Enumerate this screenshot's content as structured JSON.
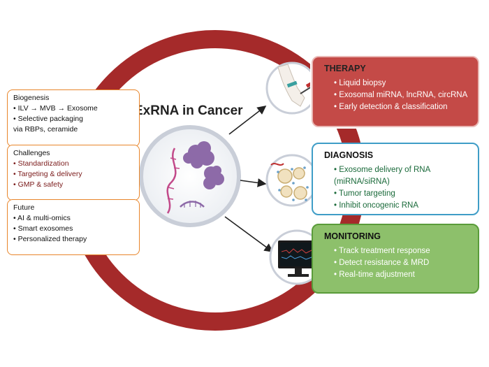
{
  "title": "ExRNA in Cancer",
  "colors": {
    "ring": "#a52a2a",
    "orange_border": "#e8852a",
    "therapy_fill": "#c44a47",
    "diagnosis_border": "#3f9dc7",
    "monitoring_fill": "#8dc06b",
    "protein": "#8d6aa8"
  },
  "left_boxes": {
    "biogenesis": {
      "title": "Biogenesis",
      "items": [
        "• ILV → MVB → Exosome",
        "• Selective packaging",
        "via RBPs, ceramide"
      ]
    },
    "challenges": {
      "title": "Challenges",
      "items": [
        "• Standardization",
        "• Targeting & delivery",
        "• GMP & safety"
      ]
    },
    "future": {
      "title": "Future",
      "items": [
        "• AI & multi-omics",
        "• Smart exosomes",
        "• Personalized therapy"
      ]
    }
  },
  "panels": {
    "therapy": {
      "title": "THERAPY",
      "icon": "syringe-arm-icon",
      "items": [
        "• Liquid biopsy",
        "• Exosomal miRNA, lncRNA, circRNA",
        "• Early detection & classification"
      ]
    },
    "diagnosis": {
      "title": "DIAGNOSIS",
      "icon": "exosome-icon",
      "items": [
        "• Exosome delivery of RNA",
        "(miRNA/siRNA)",
        "• Tumor targeting",
        "• Inhibit oncogenic RNA"
      ]
    },
    "monitoring": {
      "title": "MONITORING",
      "icon": "monitor-icon",
      "items": [
        "• Track treatment response",
        "• Detect resistance & MRD",
        "• Real-time adjustment"
      ]
    }
  }
}
